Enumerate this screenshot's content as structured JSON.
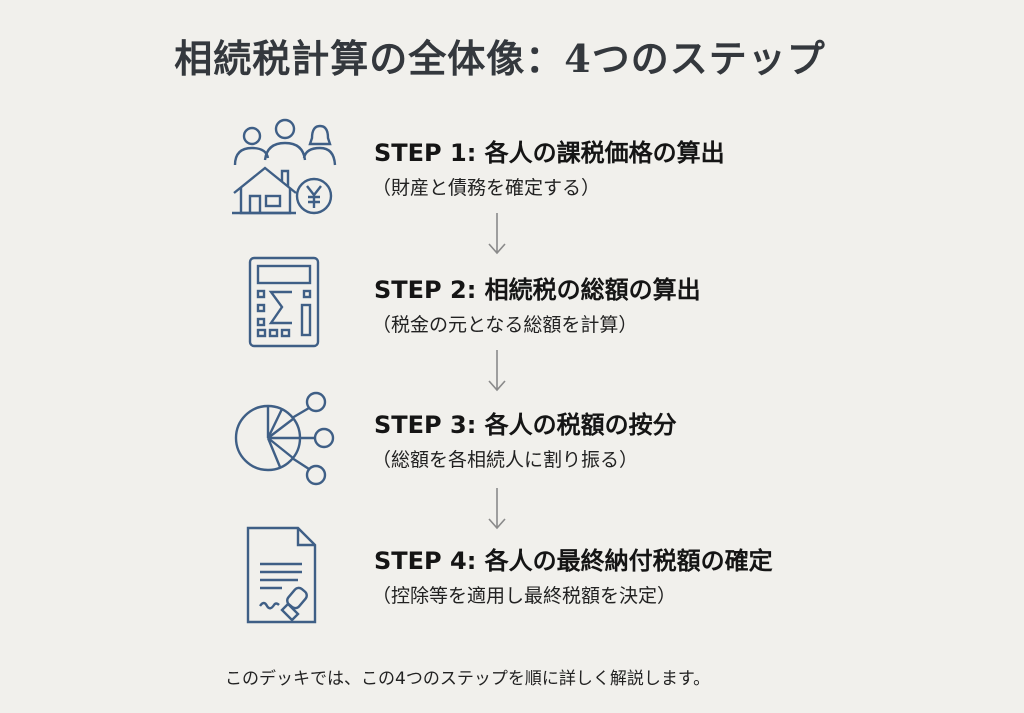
{
  "title": "相続税計算の全体像：4つのステップ",
  "steps": [
    {
      "heading": "STEP 1: 各人の課税価格の算出",
      "sub": "（財産と債務を確定する）",
      "icon": "family-house-yen-icon"
    },
    {
      "heading": "STEP 2: 相続税の総額の算出",
      "sub": "（税金の元となる総額を計算）",
      "icon": "calculator-sigma-icon"
    },
    {
      "heading": "STEP 3: 各人の税額の按分",
      "sub": "（総額を各相続人に割り振る）",
      "icon": "pie-distribution-icon"
    },
    {
      "heading": "STEP 4: 各人の最終納付税額の確定",
      "sub": "（控除等を適用し最終税額を決定）",
      "icon": "document-stamp-icon"
    }
  ],
  "footer": "このデッキでは、この4つのステップを順に詳しく解説します。",
  "colors": {
    "icon": "#3f5f86",
    "arrow": "#8a8a8a",
    "background": "#f1f0ec"
  }
}
